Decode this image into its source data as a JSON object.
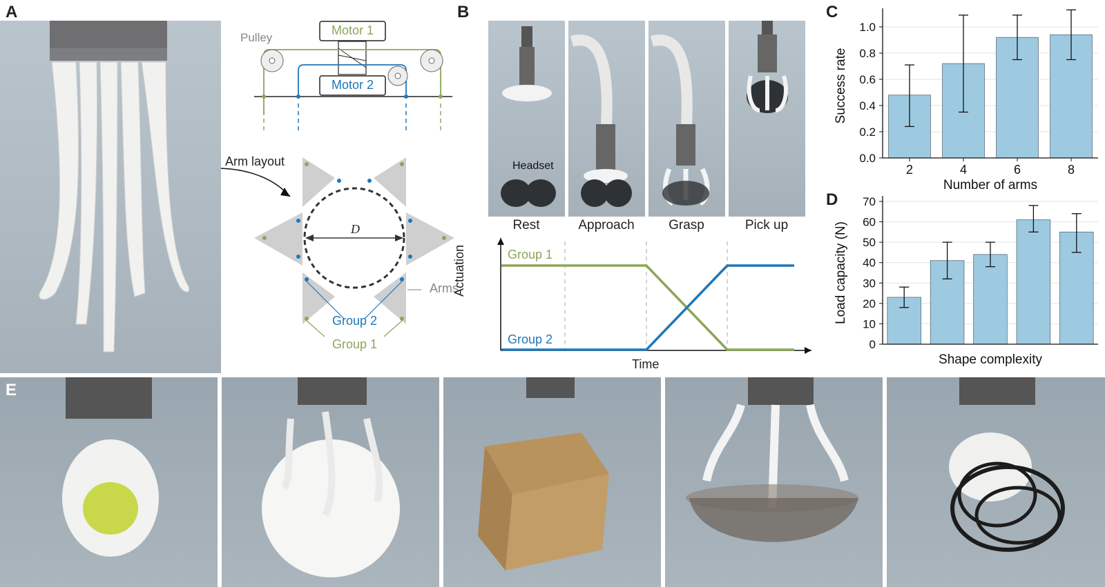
{
  "panels": {
    "A": "A",
    "B": "B",
    "C": "C",
    "D": "D",
    "E": "E"
  },
  "panelA": {
    "pulley_label": "Pulley",
    "motor1_label": "Motor 1",
    "motor2_label": "Motor 2",
    "arm_layout_label": "Arm layout",
    "diameter_label": "D",
    "arms_label": "Arms",
    "group1_label": "Group 1",
    "group2_label": "Group 2"
  },
  "panelB": {
    "headset_label": "Headset",
    "stages": [
      "Rest",
      "Approach",
      "Grasp",
      "Pick up"
    ],
    "group1_label": "Group 1",
    "group2_label": "Group 2",
    "ylabel": "Actuation",
    "xlabel": "Time"
  },
  "colors": {
    "green": "#8ba65a",
    "blue": "#1f77b8",
    "bar": "#9ecae1",
    "bar_edge": "#5a6a78"
  },
  "chart_data": [
    {
      "id": "C",
      "type": "bar",
      "categories": [
        "2",
        "4",
        "6",
        "8"
      ],
      "values": [
        0.48,
        0.72,
        0.92,
        0.94
      ],
      "err_low": [
        0.24,
        0.35,
        0.75,
        0.75
      ],
      "err_high": [
        0.71,
        1.09,
        1.09,
        1.13
      ],
      "xlabel": "Number of arms",
      "ylabel": "Success rate",
      "ylim": [
        0,
        1.1
      ],
      "yticks": [
        "0.0",
        "0.2",
        "0.4",
        "0.6",
        "0.8",
        "1.0"
      ],
      "ytick_values": [
        0,
        0.2,
        0.4,
        0.6,
        0.8,
        1.0
      ],
      "grid": true
    },
    {
      "id": "D",
      "type": "bar",
      "categories": [
        "",
        "",
        "",
        "",
        ""
      ],
      "values": [
        23,
        41,
        44,
        61,
        55
      ],
      "err_low": [
        18,
        32,
        38,
        55,
        45
      ],
      "err_high": [
        28,
        50,
        50,
        68,
        64
      ],
      "xlabel": "Shape complexity",
      "ylabel": "Load capacity (N)",
      "ylim": [
        0,
        70
      ],
      "yticks": [
        "0",
        "10",
        "20",
        "30",
        "40",
        "50",
        "60",
        "70"
      ],
      "ytick_values": [
        0,
        10,
        20,
        30,
        40,
        50,
        60,
        70
      ],
      "grid": true
    }
  ]
}
